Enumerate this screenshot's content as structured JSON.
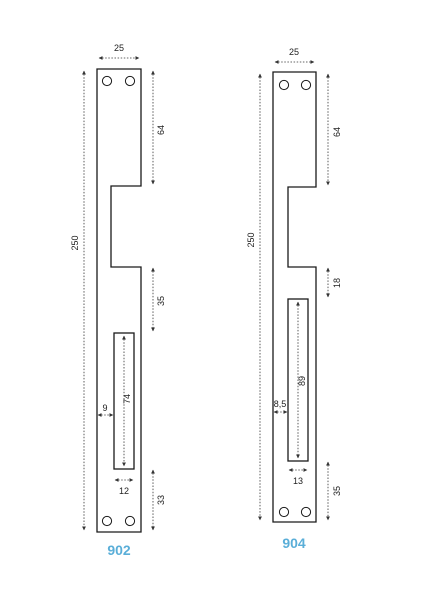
{
  "plates": [
    {
      "model": "902",
      "dims": {
        "width": "25",
        "overall_length": "250",
        "top_to_notch": "64",
        "notch_to_slot": "35",
        "slot_length": "74",
        "slot_offset": "9",
        "slot_width": "12",
        "slot_to_bottom": "33"
      }
    },
    {
      "model": "904",
      "dims": {
        "width": "25",
        "overall_length": "250",
        "top_to_notch": "64",
        "notch_to_slot": "18",
        "slot_length": "89",
        "slot_offset": "8,5",
        "slot_width": "13",
        "slot_to_bottom": "35"
      }
    }
  ],
  "colors": {
    "outline": "#1a1a1a",
    "dimension": "#333333",
    "model_label": "#5aaed8"
  }
}
